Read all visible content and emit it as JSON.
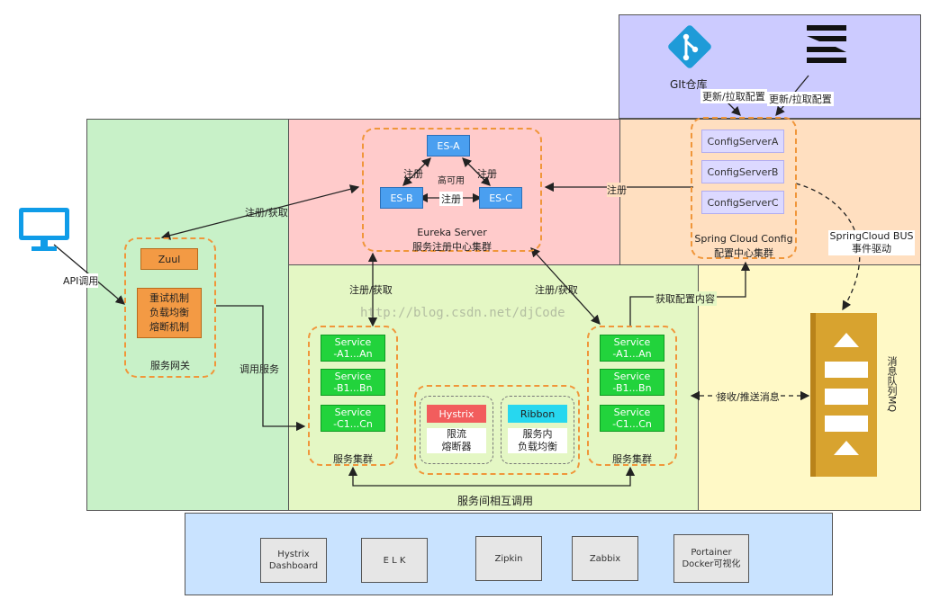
{
  "git": {
    "label": "GIt仓库"
  },
  "config": {
    "pull1": "更新/拉取配置",
    "pull2": "更新/拉取配置",
    "servers": [
      "ConfigServerA",
      "ConfigServerB",
      "ConfigServerC"
    ],
    "title": "Spring Cloud Config",
    "subtitle": "配置中心集群"
  },
  "eureka": {
    "nodes": {
      "a": "ES-A",
      "b": "ES-B",
      "c": "ES-C"
    },
    "reg_left": "注册",
    "reg_right": "注册",
    "ha": "高可用",
    "reg_mid": "注册",
    "title": "Eureka Server",
    "subtitle": "服务注册中心集群"
  },
  "gateway": {
    "zuul": "Zuul",
    "features": [
      "重试机制",
      "负载均衡",
      "熔断机制"
    ],
    "label": "服务网关"
  },
  "arrows": {
    "api_call": "API调用",
    "reg_get_gateway": "注册/获取",
    "register_config": "注册",
    "reg_get_left": "注册/获取",
    "reg_get_right": "注册/获取",
    "call_service": "调用服务",
    "get_config": "获取配置内容",
    "recv_push": "接收/推送消息"
  },
  "bus": {
    "line1": "SpringCloud BUS",
    "line2": "事件驱动"
  },
  "mq": {
    "label": "消息队列MQ"
  },
  "watermark": "http://blog.csdn.net/djCode",
  "cluster_left": {
    "services": [
      "Service\n-A1...An",
      "Service\n-B1...Bn",
      "Service\n-C1...Cn"
    ],
    "label": "服务集群"
  },
  "cluster_right": {
    "services": [
      "Service\n-A1...An",
      "Service\n-B1...Bn",
      "Service\n-C1...Cn"
    ],
    "label": "服务集群"
  },
  "hystrix": {
    "name": "Hystrix",
    "desc1": "限流",
    "desc2": "熔断器"
  },
  "ribbon": {
    "name": "Ribbon",
    "desc1": "服务内",
    "desc2": "负载均衡"
  },
  "mutual": "服务间相互调用",
  "tools": [
    "Hystrix\nDashboard",
    "E L K",
    "Zipkin",
    "Zabbix",
    "Portainer\nDocker可视化"
  ],
  "colors": {
    "git_zone": "#cccbff",
    "config_zone": "#ffdfc0",
    "eureka_zone": "#ffcbcb",
    "gateway_zone": "#c8f1c8",
    "service_zone": "#e4f7c4",
    "mq_zone": "#fff9c6",
    "tools_zone": "#c9e3ff",
    "zuul": "#f39a44",
    "hystrix": "#f25d5d",
    "ribbon": "#27d7ef",
    "mq_bar": "#d8a32f"
  }
}
